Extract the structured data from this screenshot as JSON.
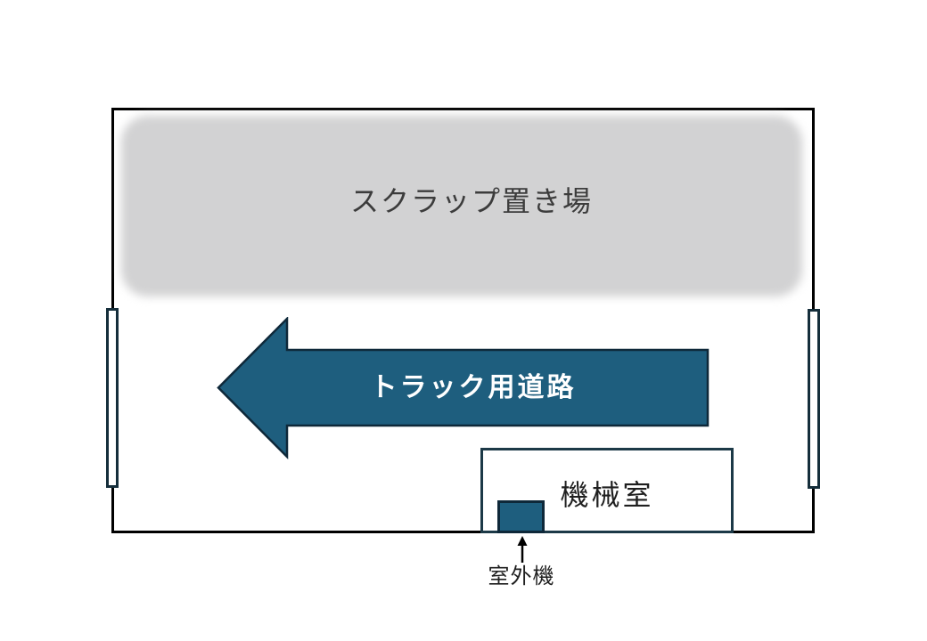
{
  "diagram": {
    "scrap_area_label": "スクラップ置き場",
    "truck_road_label": "トラック用道路",
    "machine_room_label": "機械室",
    "outdoor_unit_label": "室外機"
  },
  "colors": {
    "accent_teal": "#1E5E7E",
    "arrow_outline": "#0E2839",
    "room_outline": "#1C3947",
    "gate_outline": "#152E3B",
    "boundary_black": "#000000",
    "scrap_fill_gray": "#D2D2D3"
  }
}
